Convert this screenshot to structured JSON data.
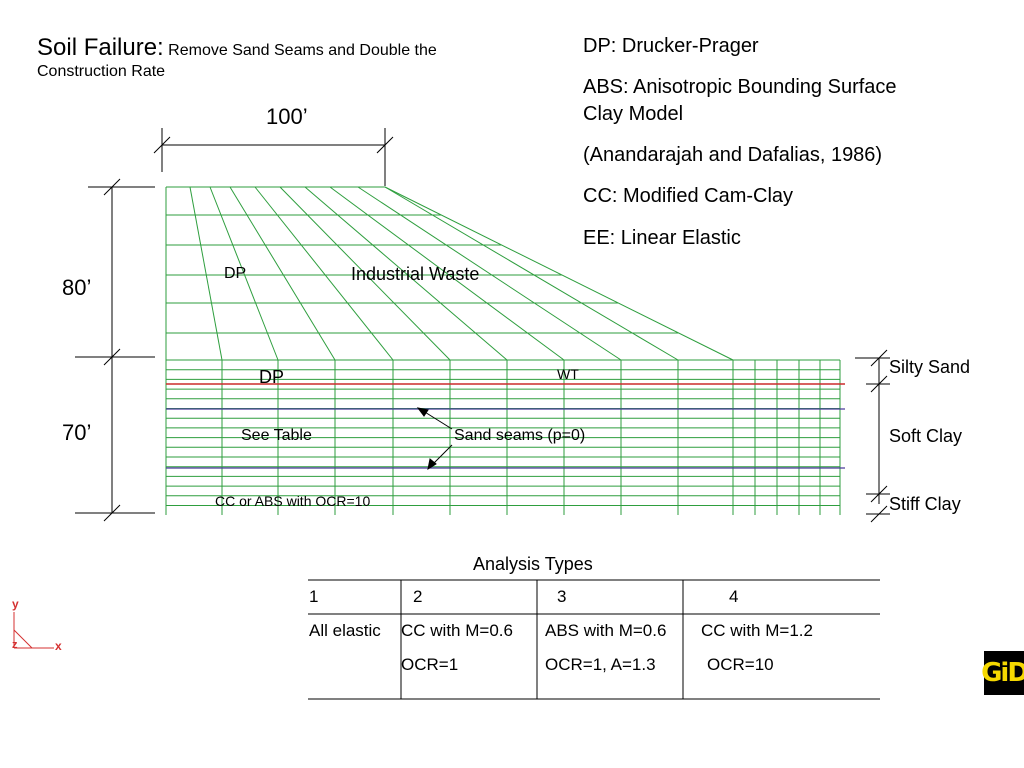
{
  "title": {
    "main": "Soil Failure:",
    "sub_line1": "Remove Sand Seams and Double the",
    "sub_line2": "Construction Rate"
  },
  "legend": [
    "DP: Drucker-Prager",
    "ABS: Anisotropic Bounding Surface",
    "Clay Model",
    "(Anandarajah and Dafalias, 1986)",
    "CC: Modified Cam-Clay",
    "EE: Linear Elastic"
  ],
  "dimensions": {
    "width": "100’",
    "height_upper": "80’",
    "height_lower": "70’"
  },
  "mesh_labels": {
    "dp_upper": "DP",
    "industrial_waste": "Industrial Waste",
    "dp_lower": "DP",
    "wt": "WT",
    "see_table": "See Table",
    "sand_seams": "Sand seams (p=0)",
    "cc_abs": "CC or ABS with OCR=10"
  },
  "layers": {
    "silty_sand": "Silty Sand",
    "soft_clay": "Soft Clay",
    "stiff_clay": "Stiff Clay"
  },
  "analysis": {
    "title": "Analysis Types",
    "headers": [
      "1",
      "2",
      "3",
      "4"
    ],
    "row1": [
      "All elastic",
      "CC with M=0.6",
      "ABS with M=0.6",
      "CC with M=1.2"
    ],
    "row2": [
      "",
      "OCR=1",
      "OCR=1, A=1.3",
      "OCR=10"
    ]
  },
  "axes": {
    "y": "y",
    "x": "x",
    "z": "z"
  },
  "logo": "GiD",
  "colors": {
    "mesh": "#2e9e3e",
    "water_table": "#cc2b2b",
    "sand_seam": "#4a3a9a",
    "axis": "#d43030",
    "logo_text": "#f5d800"
  }
}
